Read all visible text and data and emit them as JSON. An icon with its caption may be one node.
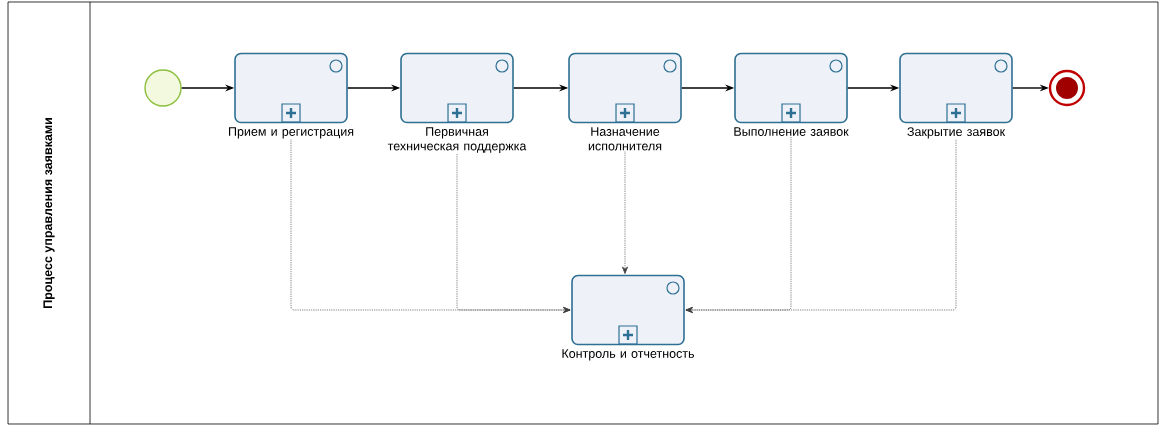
{
  "diagram": {
    "nodes": [
      {
        "text": [
          "Процесс управления заявками"
        ]
      },
      {
        "text": [],
        "shape": "circle",
        "in": 0
      },
      {
        "text": [
          "Прием и регистрация"
        ],
        "in": 0
      },
      {
        "text": [
          "Первичная техническая поддержка"
        ],
        "in": 0
      },
      {
        "text": [
          "Назначение исполнителя"
        ],
        "in": 0
      },
      {
        "text": [
          "Выполнение заявок"
        ],
        "in": 0
      },
      {
        "text": [
          "Закрытие заявок"
        ],
        "in": 0
      },
      {
        "text": [],
        "shape": "circle",
        "in": 0
      },
      {
        "text": [
          "Контроль и отчетность"
        ],
        "in": 0
      }
    ],
    "edges": [
      {
        "from": 1,
        "to": 2,
        "arrow": "to"
      },
      {
        "from": 2,
        "to": 3,
        "arrow": "to"
      },
      {
        "from": 3,
        "to": 4,
        "arrow": "to"
      },
      {
        "from": 4,
        "to": 5,
        "arrow": "to"
      },
      {
        "from": 5,
        "to": 6,
        "arrow": "to"
      },
      {
        "from": 6,
        "to": 7,
        "arrow": "to"
      },
      {
        "from": 2,
        "to": 8,
        "arrow": "to",
        "style": "dashed"
      },
      {
        "from": 3,
        "to": 8,
        "arrow": "to",
        "style": "dashed"
      },
      {
        "from": 4,
        "to": 8,
        "arrow": "to",
        "style": "dashed"
      },
      {
        "from": 5,
        "to": 8,
        "arrow": "to",
        "style": "dashed"
      },
      {
        "from": 6,
        "to": 8,
        "arrow": "to",
        "style": "dashed"
      }
    ]
  }
}
